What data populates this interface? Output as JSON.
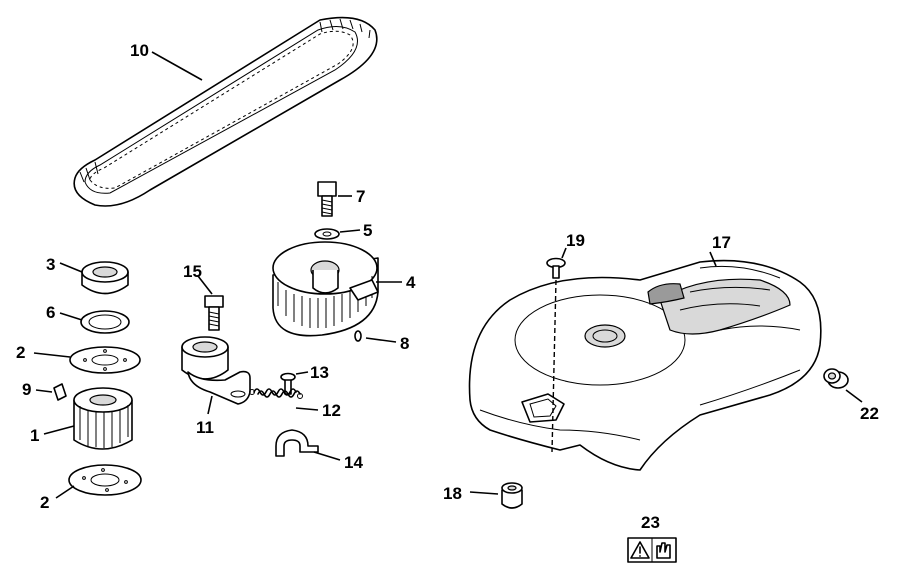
{
  "callouts": [
    {
      "id": "c10",
      "label": "10",
      "part": "timing-belt"
    },
    {
      "id": "c7",
      "label": "7",
      "part": "bolt"
    },
    {
      "id": "c5",
      "label": "5",
      "part": "washer"
    },
    {
      "id": "c4",
      "label": "4",
      "part": "flywheel-pulley"
    },
    {
      "id": "c8",
      "label": "8",
      "part": "pin"
    },
    {
      "id": "c3",
      "label": "3",
      "part": "nut"
    },
    {
      "id": "c6",
      "label": "6",
      "part": "washer"
    },
    {
      "id": "c2a",
      "label": "2",
      "part": "plate"
    },
    {
      "id": "c9",
      "label": "9",
      "part": "key"
    },
    {
      "id": "c1",
      "label": "1",
      "part": "drive-gear"
    },
    {
      "id": "c2b",
      "label": "2",
      "part": "plate"
    },
    {
      "id": "c15",
      "label": "15",
      "part": "bolt"
    },
    {
      "id": "c11",
      "label": "11",
      "part": "tensioner"
    },
    {
      "id": "c13",
      "label": "13",
      "part": "screw"
    },
    {
      "id": "c12",
      "label": "12",
      "part": "spring"
    },
    {
      "id": "c14",
      "label": "14",
      "part": "clamp"
    },
    {
      "id": "c19",
      "label": "19",
      "part": "screw"
    },
    {
      "id": "c17",
      "label": "17",
      "part": "belt-cover"
    },
    {
      "id": "c22",
      "label": "22",
      "part": "grommet"
    },
    {
      "id": "c18",
      "label": "18",
      "part": "grommet"
    },
    {
      "id": "c23",
      "label": "23",
      "part": "warning-decal"
    }
  ],
  "icons": {
    "warning": "warning-triangle-icon",
    "hand": "hand-caution-icon"
  }
}
